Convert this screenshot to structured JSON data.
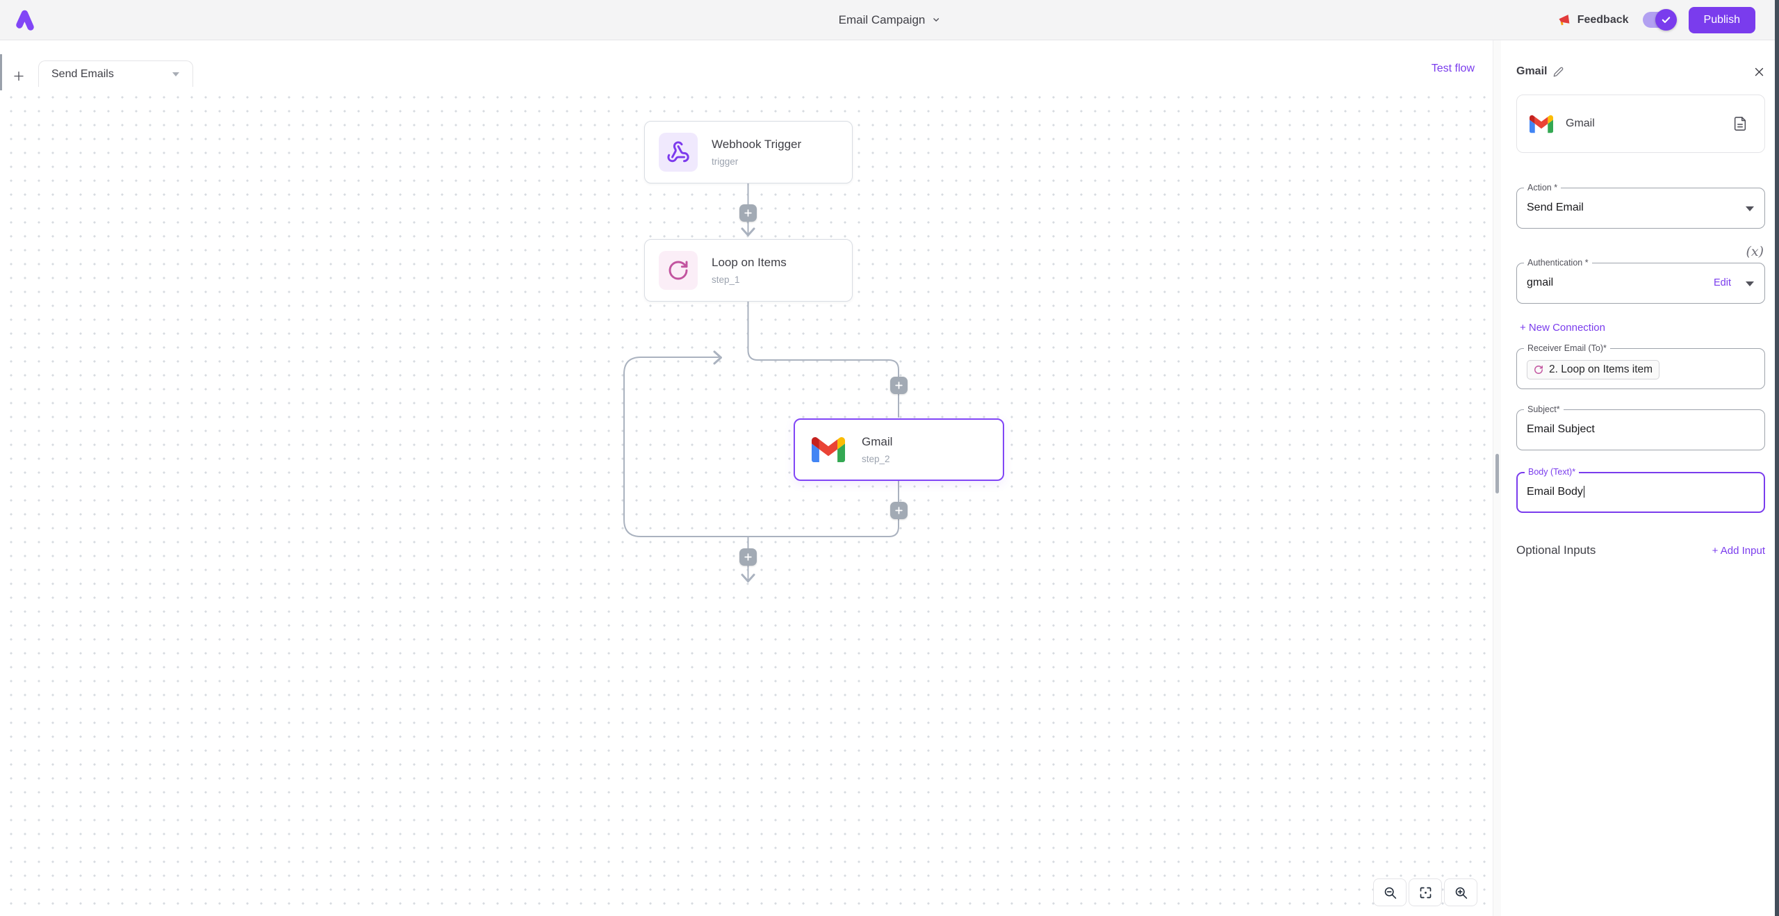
{
  "header": {
    "title": "Email Campaign",
    "feedback_label": "Feedback",
    "publish_label": "Publish"
  },
  "canvas": {
    "tab_label": "Send Emails",
    "test_flow_label": "Test flow",
    "nodes": {
      "trigger": {
        "title": "Webhook Trigger",
        "subtitle": "trigger"
      },
      "loop": {
        "title": "Loop on Items",
        "subtitle": "step_1"
      },
      "gmail": {
        "title": "Gmail",
        "subtitle": "step_2"
      }
    }
  },
  "panel": {
    "title": "Gmail",
    "piece_name": "Gmail",
    "action_label": "Action *",
    "action_value": "Send Email",
    "dynamic_value_icon": "(x)",
    "auth_label": "Authentication *",
    "auth_value": "gmail",
    "auth_edit_label": "Edit",
    "new_connection_label": "+ New Connection",
    "receiver_label": "Receiver Email (To)*",
    "receiver_chip": "2. Loop on Items item",
    "subject_label": "Subject*",
    "subject_value": "Email Subject",
    "body_label": "Body (Text)*",
    "body_value": "Email Body",
    "optional_inputs_label": "Optional Inputs",
    "add_input_label": "+ Add Input"
  },
  "colors": {
    "accent_purple": "#7a3ced",
    "selected_node_border": "#8146f6",
    "connector_gray": "#aab2bf",
    "loop_pink": "#c2549f",
    "feedback_red": "#e23b3b",
    "gmail_red": "#ea4335",
    "gmail_blue": "#4285f4",
    "gmail_green": "#34a853",
    "gmail_yellow": "#fbbc04"
  }
}
